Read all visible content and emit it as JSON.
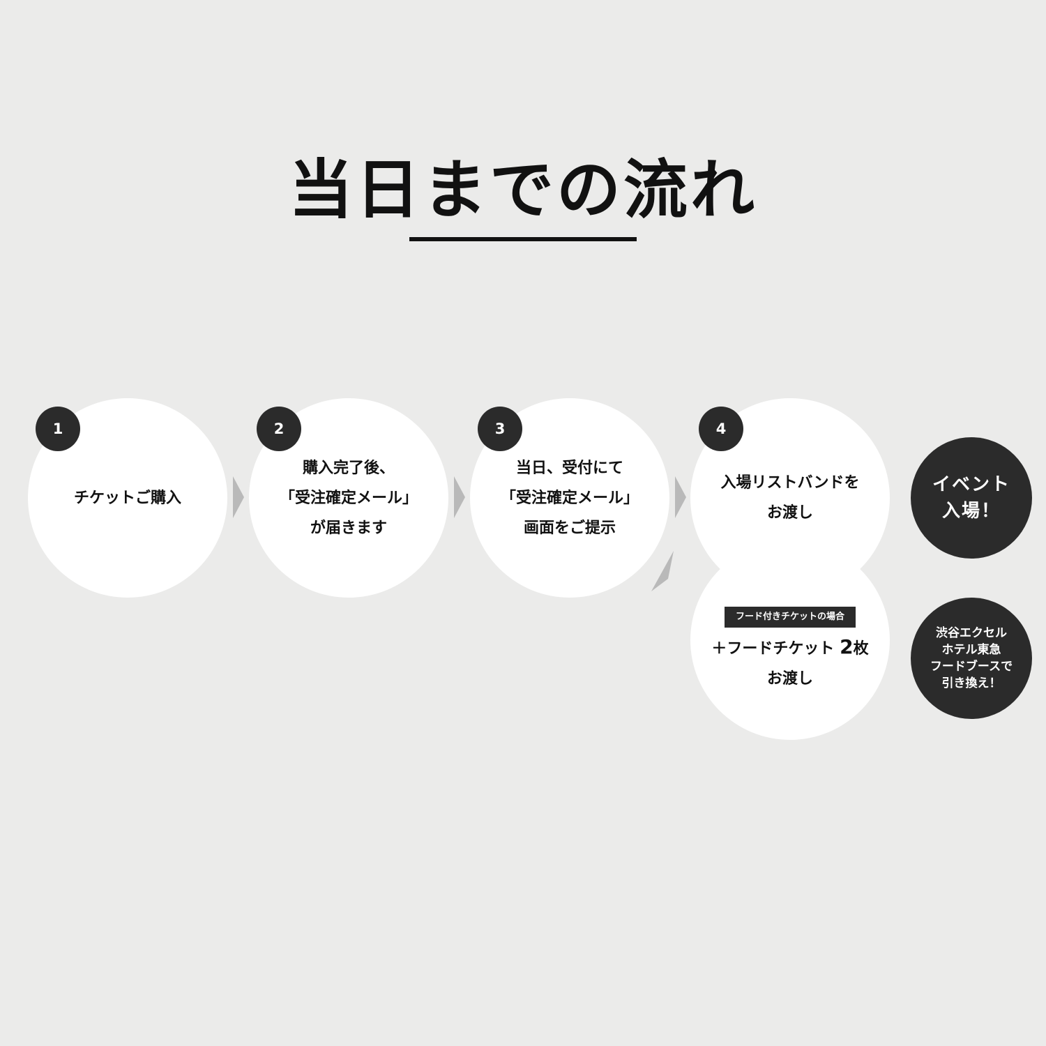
{
  "title": "当日までの流れ",
  "steps": [
    {
      "number": "1",
      "lines": [
        "チケットご購入"
      ]
    },
    {
      "number": "2",
      "lines": [
        "購入完了後、",
        "「受注確定メール」",
        "が届きます"
      ]
    },
    {
      "number": "3",
      "lines": [
        "当日、受付にて",
        "「受注確定メール」",
        "画面をご提示"
      ]
    },
    {
      "number": "4",
      "lines": [
        "入場リストバンドを",
        "お渡し"
      ]
    }
  ],
  "food": {
    "tag": "フード付きチケットの場合",
    "line1_prefix": "＋フードチケット ",
    "line1_count": "2",
    "line1_unit": "枚",
    "line2": "お渡し"
  },
  "entry": {
    "lines": [
      "イベント",
      "入場！"
    ]
  },
  "exchange": {
    "lines": [
      "渋谷エクセル",
      "ホテル東急",
      "フードブースで",
      "引き換え！"
    ]
  },
  "colors": {
    "background": "#ebebea",
    "circle": "#ffffff",
    "dark": "#2b2b2b",
    "arrow": "#b9b9b9"
  }
}
